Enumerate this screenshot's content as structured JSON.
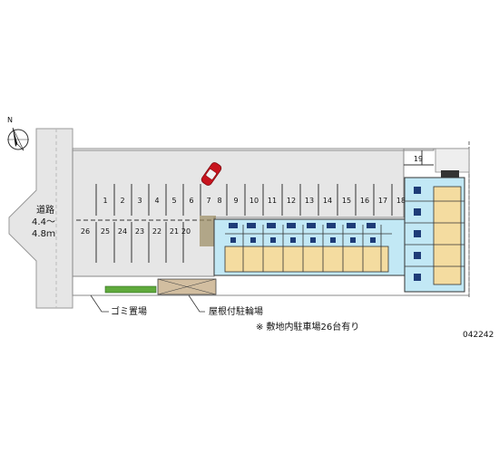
{
  "road": {
    "label": "道路",
    "width_line1": "4.4～",
    "width_line2": "4.8ｍ"
  },
  "parking": {
    "row_top": [
      "1",
      "2",
      "3",
      "4",
      "5",
      "6",
      "7",
      "8",
      "9",
      "10",
      "11",
      "12",
      "13",
      "14",
      "15",
      "16",
      "17",
      "18"
    ],
    "row_bottom": [
      "26",
      "25",
      "24",
      "23",
      "22",
      "21",
      "20"
    ],
    "corner_space": "19"
  },
  "legend": {
    "garbage": "ゴミ置場",
    "bike_parking": "屋根付駐輪場",
    "note": "※ 敷地内駐車場26台有り"
  },
  "property_code": "042242",
  "colors": {
    "site_fill": "#e6e6e6",
    "building_fill": "#c2e8f5",
    "room_fill": "#f4dca0",
    "car": "#c8141e",
    "green": "#5faa3c"
  },
  "icons": {
    "compass": "north-compass-icon",
    "car": "car-icon"
  }
}
